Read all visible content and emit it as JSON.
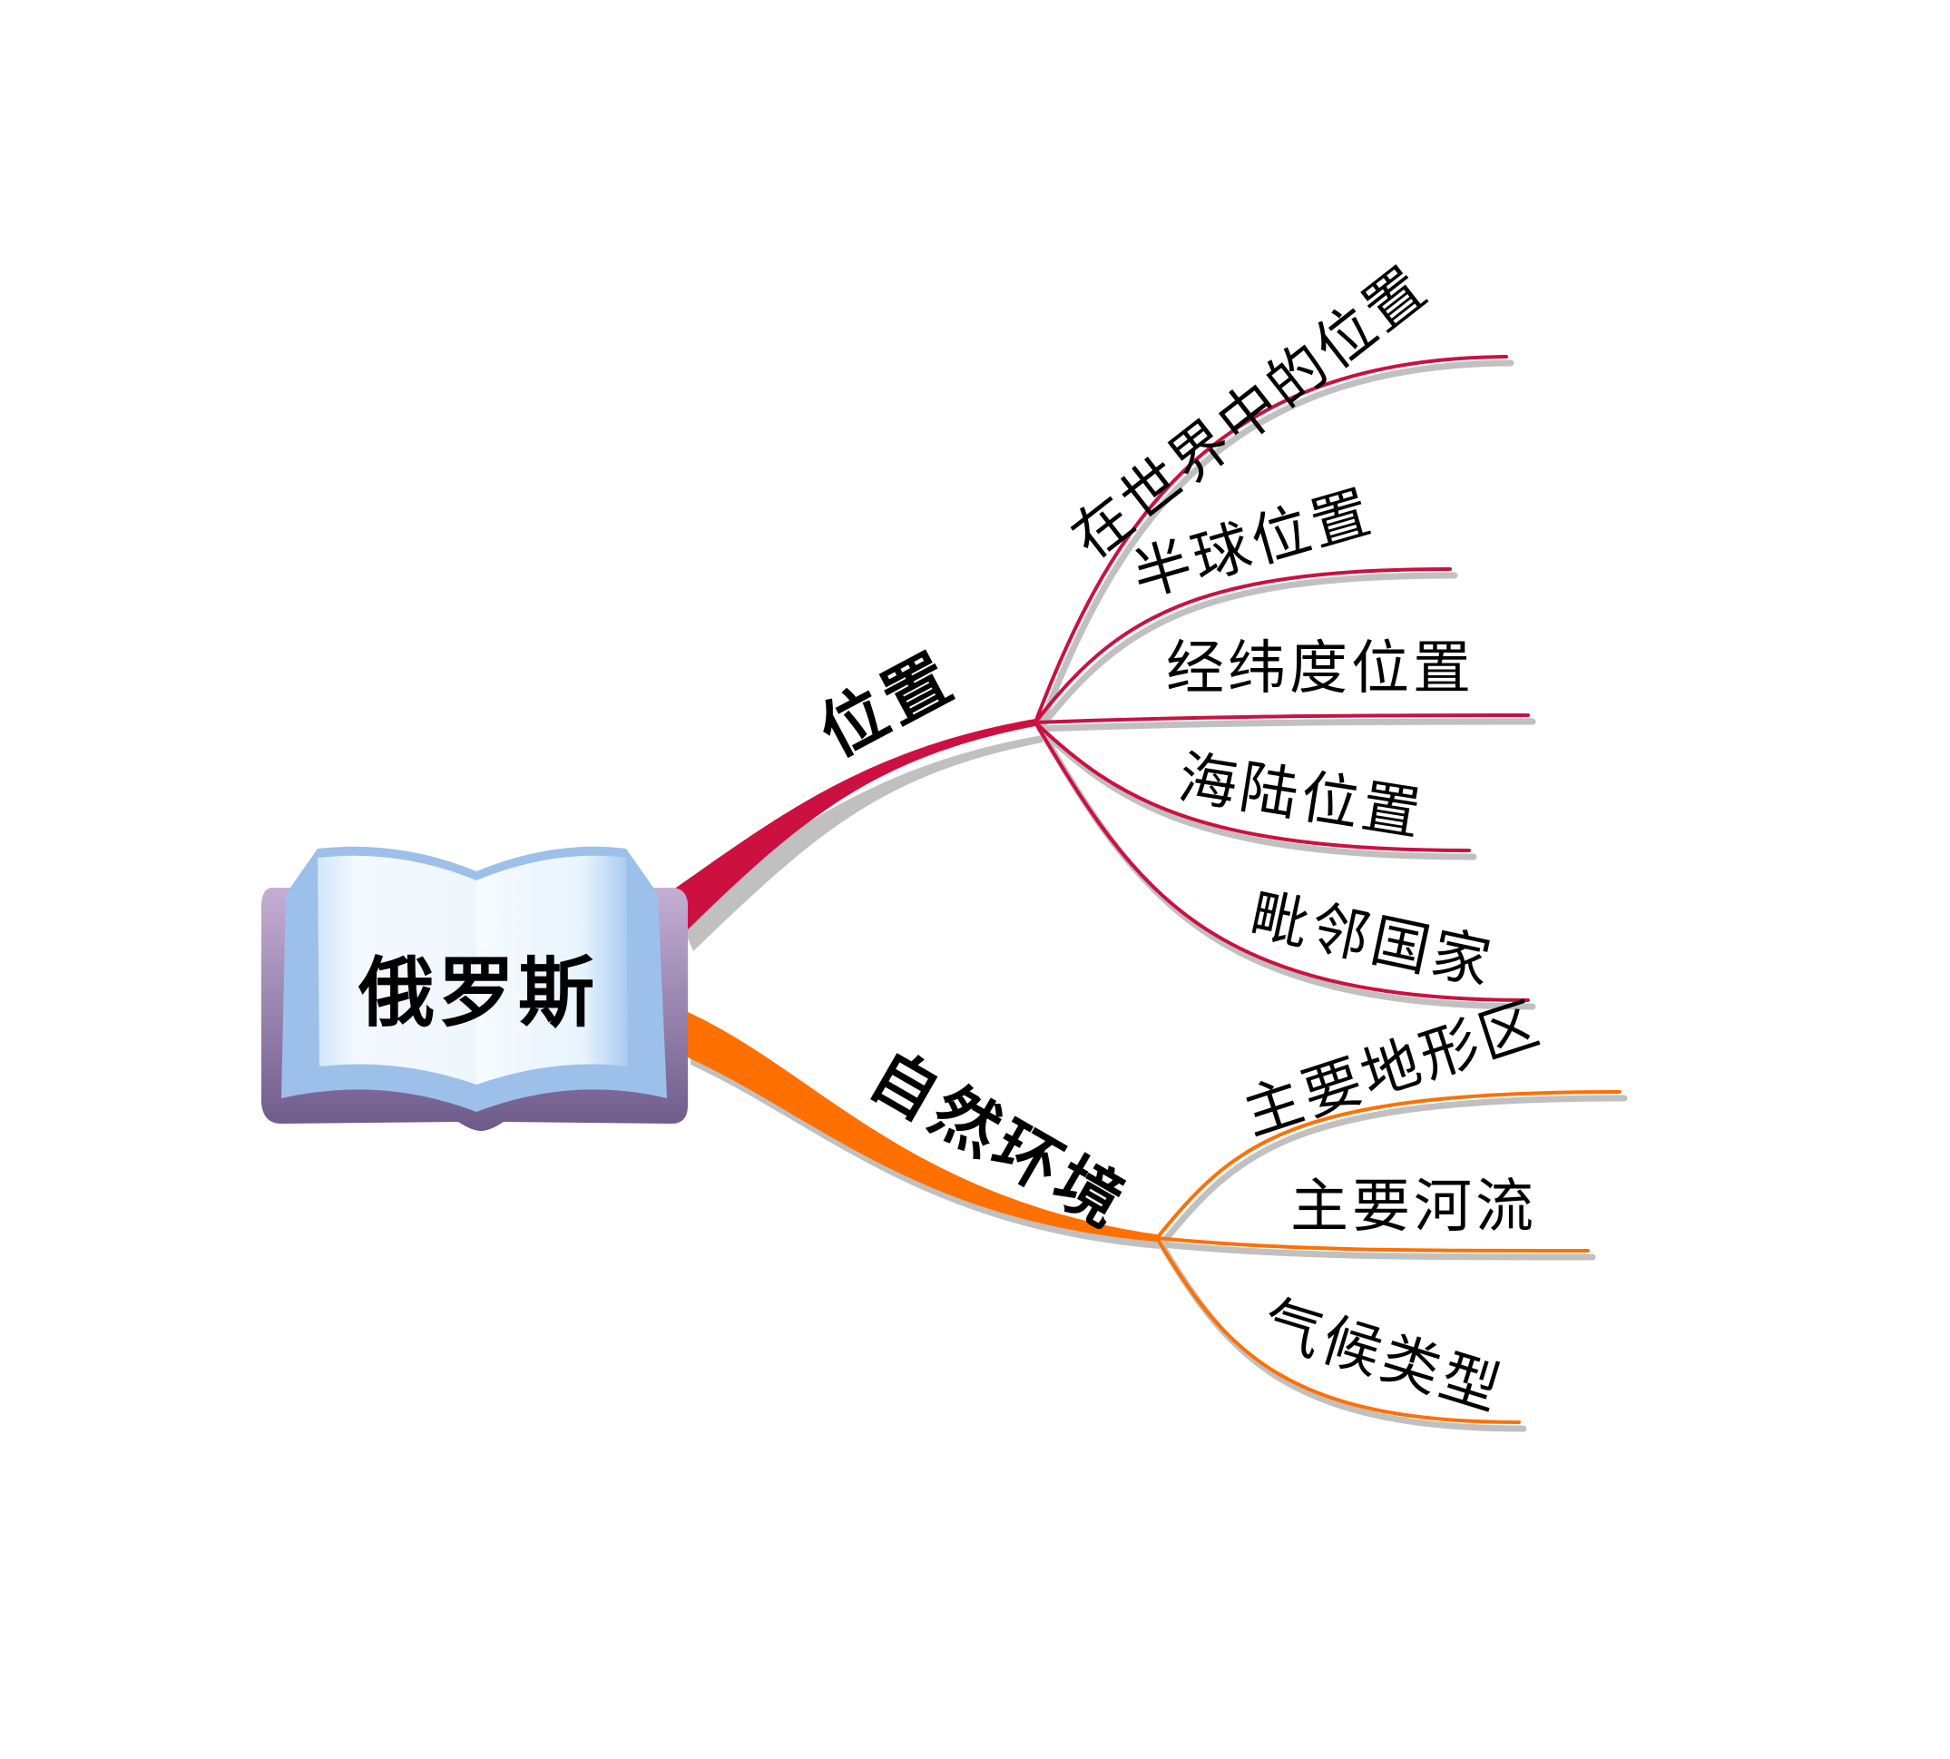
{
  "root": {
    "label": "俄罗斯",
    "icon": "open-book-icon"
  },
  "branches": [
    {
      "label": "位置",
      "color": "#cc1040",
      "children": [
        "在世界中的位置",
        "半球位置",
        "经纬度位置",
        "海陆位置",
        "毗邻国家"
      ]
    },
    {
      "label": "自然环境",
      "color": "#ff7000",
      "children": [
        "主要地形区",
        "主要河流",
        "气候类型"
      ]
    }
  ],
  "colors": {
    "shadow": "#c0c0c0",
    "book_cover": "#a48cc0",
    "book_page": "#cfe6fb"
  }
}
